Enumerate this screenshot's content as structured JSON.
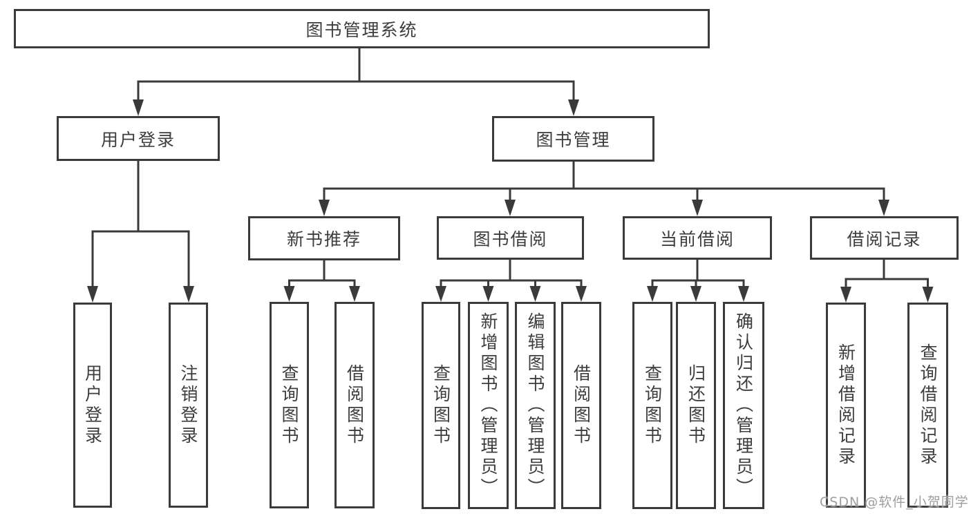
{
  "colors": {
    "line": "#3a3a3a",
    "box_border": "#3a3a3a",
    "box_fill": "#ffffff",
    "text": "#3d3d3d",
    "watermark": "#9e9e9e",
    "background": "#ffffff"
  },
  "watermark": "CSDN @软件_小贺同学",
  "tree": {
    "label": "图书管理系统",
    "children": [
      {
        "label": "用户登录",
        "children": [
          {
            "label": "用户登录"
          },
          {
            "label": "注销登录"
          }
        ]
      },
      {
        "label": "图书管理",
        "children": [
          {
            "label": "新书推荐",
            "children": [
              {
                "label": "查询图书"
              },
              {
                "label": "借阅图书"
              }
            ]
          },
          {
            "label": "图书借阅",
            "children": [
              {
                "label": "查询图书"
              },
              {
                "label": "新增图书（管理员）"
              },
              {
                "label": "编辑图书（管理员）"
              },
              {
                "label": "借阅图书"
              }
            ]
          },
          {
            "label": "当前借阅",
            "children": [
              {
                "label": "查询图书"
              },
              {
                "label": "归还图书"
              },
              {
                "label": "确认归还（管理员）"
              }
            ]
          },
          {
            "label": "借阅记录",
            "children": [
              {
                "label": "新增借阅记录"
              },
              {
                "label": "查询借阅记录"
              }
            ]
          }
        ]
      }
    ]
  }
}
